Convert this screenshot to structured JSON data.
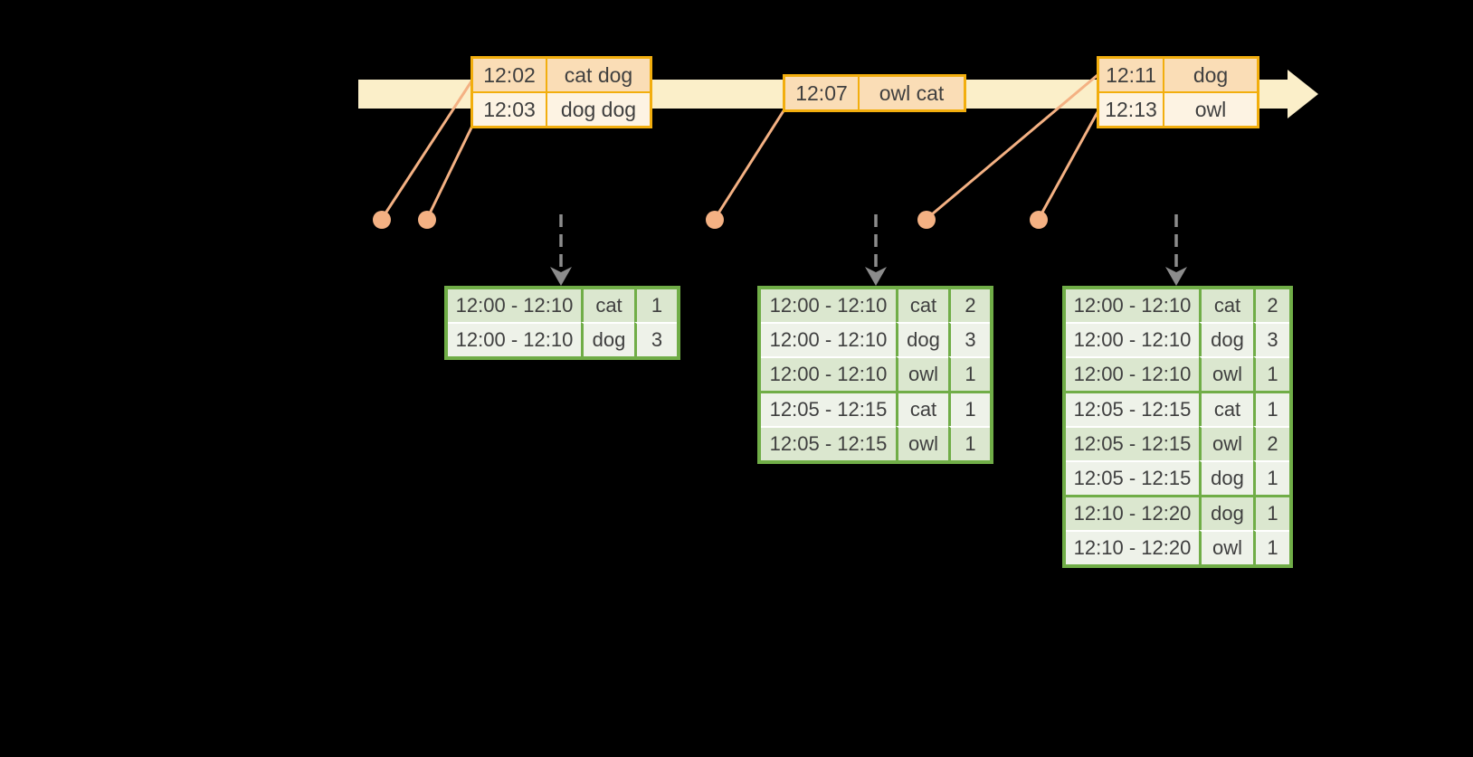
{
  "canvas": {
    "background": "#000000"
  },
  "colors": {
    "timeline_fill": "#FBEFC9",
    "event_table_border": "#F2AE0E",
    "event_row_peach": "#FADDB6",
    "event_row_cream": "#FDF3E3",
    "connector_salmon": "#F4B183",
    "trigger_arrow_gray": "#8C8C8C",
    "result_table_border": "#70AD47",
    "result_row_dark": "#DBE7CF",
    "result_row_light": "#EEF2E9",
    "text": "#3F3F3F"
  },
  "event_tables": [
    {
      "rows": [
        {
          "time": "12:02",
          "words": "cat dog"
        },
        {
          "time": "12:03",
          "words": "dog dog"
        }
      ]
    },
    {
      "rows": [
        {
          "time": "12:07",
          "words": "owl cat"
        }
      ]
    },
    {
      "rows": [
        {
          "time": "12:11",
          "words": "dog"
        },
        {
          "time": "12:13",
          "words": "owl"
        }
      ]
    }
  ],
  "result_tables": [
    {
      "rows": [
        {
          "window": "12:00 - 12:10",
          "word": "cat",
          "count": "1"
        },
        {
          "window": "12:00 - 12:10",
          "word": "dog",
          "count": "3"
        }
      ]
    },
    {
      "rows": [
        {
          "window": "12:00 - 12:10",
          "word": "cat",
          "count": "2"
        },
        {
          "window": "12:00 - 12:10",
          "word": "dog",
          "count": "3"
        },
        {
          "window": "12:00 - 12:10",
          "word": "owl",
          "count": "1"
        },
        {
          "window": "12:05 - 12:15",
          "word": "cat",
          "count": "1"
        },
        {
          "window": "12:05 - 12:15",
          "word": "owl",
          "count": "1"
        }
      ]
    },
    {
      "rows": [
        {
          "window": "12:00 - 12:10",
          "word": "cat",
          "count": "2"
        },
        {
          "window": "12:00 - 12:10",
          "word": "dog",
          "count": "3"
        },
        {
          "window": "12:00 - 12:10",
          "word": "owl",
          "count": "1"
        },
        {
          "window": "12:05 - 12:15",
          "word": "cat",
          "count": "1"
        },
        {
          "window": "12:05 - 12:15",
          "word": "owl",
          "count": "2"
        },
        {
          "window": "12:05 - 12:15",
          "word": "dog",
          "count": "1"
        },
        {
          "window": "12:10 - 12:20",
          "word": "dog",
          "count": "1"
        },
        {
          "window": "12:10 - 12:20",
          "word": "owl",
          "count": "1"
        }
      ]
    }
  ]
}
